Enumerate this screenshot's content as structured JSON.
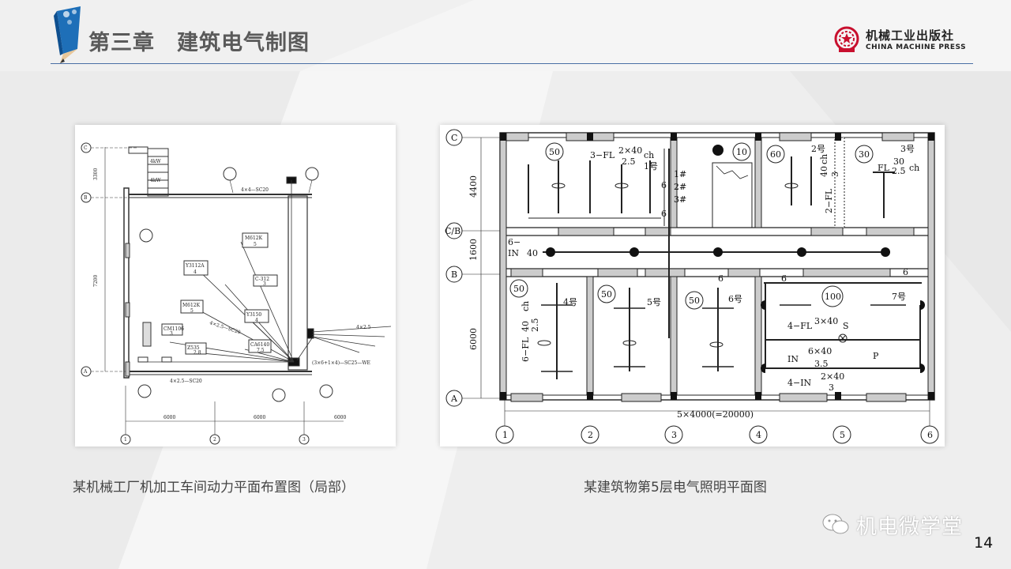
{
  "header": {
    "title": "第三章　建筑电气制图"
  },
  "publisher": {
    "name_cn": "机械工业出版社",
    "name_en": "CHINA MACHINE PRESS"
  },
  "left_figure": {
    "caption": "某机械工厂机加工车间动力平面布置图（局部）",
    "axis_labels": [
      "C",
      "B",
      "A",
      "1",
      "2",
      "3"
    ],
    "dimensions": [
      "3300",
      "7200",
      "6000",
      "6000",
      "6000"
    ],
    "equipment": [
      {
        "code": "M612K",
        "num": "5"
      },
      {
        "code": "Y3112A",
        "num": "4"
      },
      {
        "code": "C-312",
        "num": "3"
      },
      {
        "code": "M612K",
        "num": "5"
      },
      {
        "code": "Y3150",
        "num": "4"
      },
      {
        "code": "CM1106",
        "num": "3"
      },
      {
        "code": "Z535",
        "num": "2.8"
      },
      {
        "code": "CA6140",
        "num": "7.5"
      }
    ],
    "wiring": [
      "4×4—SC20",
      "4×2.5—SC20",
      "(3×6+1×4)—SC25—WE",
      "4×2.5—SC20",
      "4×2.5"
    ],
    "panel_labels": [
      "4kW",
      "4kW"
    ]
  },
  "right_figure": {
    "caption": "某建筑物第5层电气照明平面图",
    "axis_rows": [
      "C",
      "C/B",
      "B",
      "A"
    ],
    "axis_cols": [
      "1",
      "2",
      "3",
      "4",
      "5",
      "6"
    ],
    "dimensions": [
      "4400",
      "1600",
      "6000"
    ],
    "total_dimension": "5×4000(=20000)",
    "rooms": [
      "50",
      "10",
      "60",
      "30",
      "50",
      "50",
      "50",
      "100"
    ],
    "room_names": [
      "1号",
      "2号",
      "3号",
      "4号",
      "5号",
      "6号",
      "7号"
    ],
    "fixture_labels": {
      "top_left": [
        "3−FL",
        "2×40",
        "2.5",
        "ch"
      ],
      "room2": [
        "40",
        "2−FL",
        "3",
        "ch"
      ],
      "room3": [
        "FL",
        "30",
        "2.5",
        "ch"
      ],
      "corridor": [
        "6−",
        "IN",
        "40"
      ],
      "room_a": [
        "40",
        "2.5",
        "6−FL",
        "ch"
      ],
      "room100_1": [
        "4−FL",
        "3×40",
        "S"
      ],
      "room100_2": [
        "IN",
        "6×40",
        "3.5",
        "P"
      ],
      "room100_3": [
        "4−IN",
        "2×40",
        "3"
      ]
    },
    "stair_labels": [
      "1#",
      "2#",
      "3#"
    ],
    "wire_counts": [
      "6",
      "6",
      "6",
      "6",
      "6"
    ]
  },
  "watermark": {
    "text": "机电微学堂"
  },
  "page_number": "14"
}
